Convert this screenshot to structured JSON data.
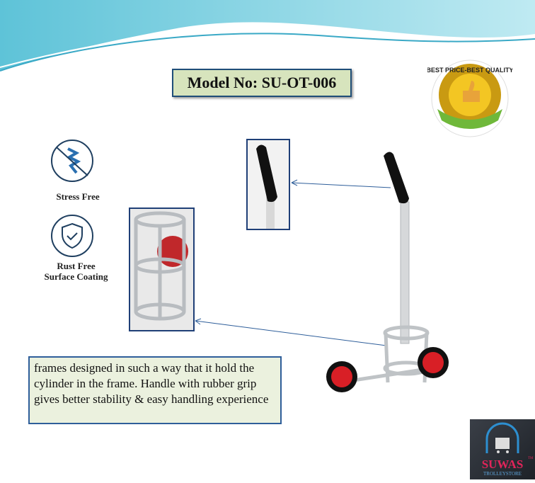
{
  "model": {
    "label": "Model No:",
    "value": "SU-OT-006"
  },
  "features": [
    {
      "icon": "stress-free-icon",
      "label": "Stress Free"
    },
    {
      "icon": "rust-free-shield-icon",
      "label_lines": [
        "Rust Free",
        "Surface Coating"
      ]
    }
  ],
  "description": "frames designed in such a way that it hold the cylinder in the frame. Handle with rubber grip gives better stability & easy handling experience",
  "badge": {
    "text": "BEST PRICE-BEST QUALITY",
    "icon": "thumbs-up-icon"
  },
  "brand": {
    "name": "SUWAS",
    "tagline": "TROLLEYSTORE",
    "mark": "TM"
  },
  "colors": {
    "accent": "#1f4e79",
    "model_bg": "#d7e4bd",
    "desc_bg": "#ebf1de",
    "wheel": "#d81f26",
    "brand": "#e2245a"
  }
}
